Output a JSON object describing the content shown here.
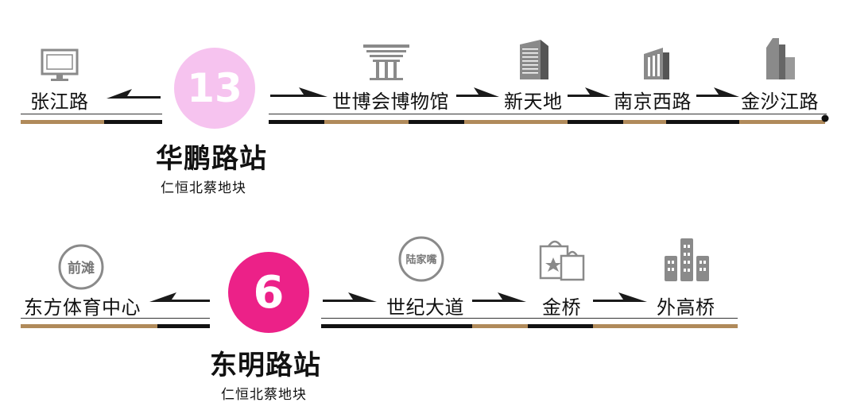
{
  "colors": {
    "line13": "#f6c3ef",
    "line6": "#ec2188",
    "track_brown": "#b08a5a",
    "track_black": "#111111",
    "arrow": "#1a1a1a"
  },
  "line13": {
    "number": "13",
    "station_name": "华鹏路站",
    "plot_name": "仁恒北蔡地块",
    "left_station": "张江路",
    "right_stations": [
      "世博会博物馆",
      "新天地",
      "南京西路",
      "金沙江路"
    ]
  },
  "line6": {
    "number": "6",
    "station_name": "东明路站",
    "plot_name": "仁恒北蔡地块",
    "left_station": "东方体育中心",
    "right_stations": [
      "世纪大道",
      "金桥",
      "外高桥"
    ]
  },
  "badges": {
    "qiantan": "前滩",
    "lujiazui": "陆家嘴"
  },
  "icons": {
    "zhangjiang": "computer-monitor-icon",
    "expo_museum": "expo-pavilion-icon",
    "xintiandi": "office-building-icon",
    "nanjing_road": "skyscraper-icon",
    "jinshajiang": "tower-icon",
    "qiantan": "qiantan-badge-icon",
    "lujiazui": "lujiazui-badge-icon",
    "jinqiao": "shopping-bag-icon",
    "waigaoqiao": "city-buildings-icon"
  }
}
